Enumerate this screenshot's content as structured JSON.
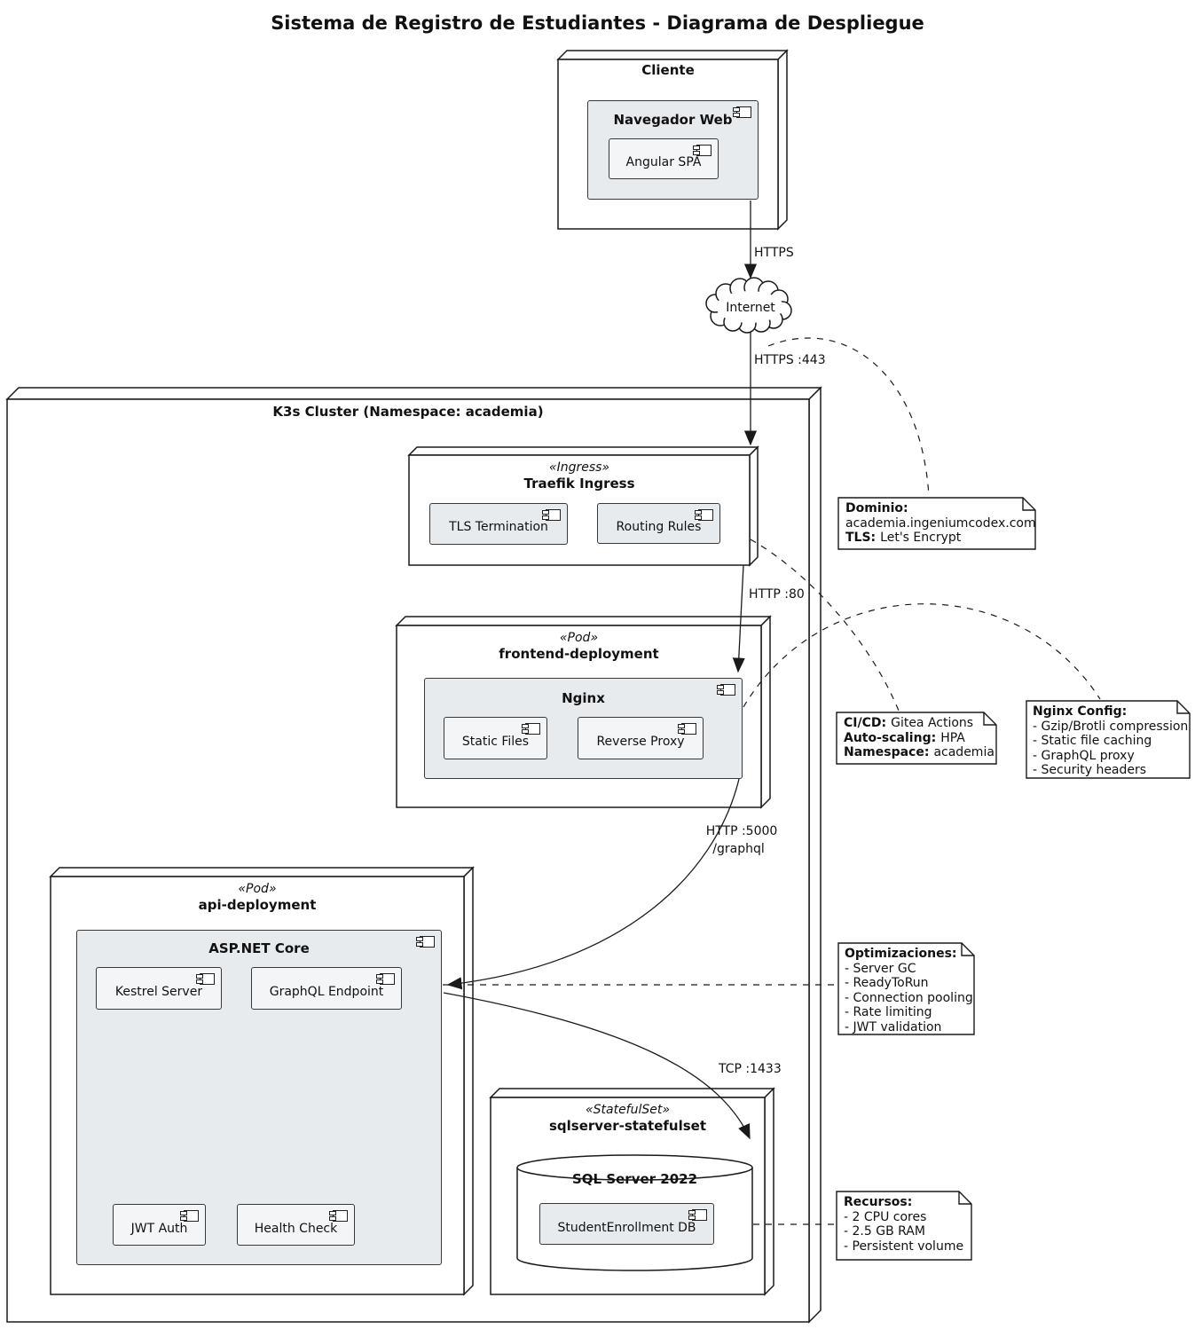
{
  "diagram_title": "Sistema de Registro de Estudiantes - Diagrama de Despliegue",
  "nodes": {
    "cliente": {
      "title": "Cliente"
    },
    "cluster": {
      "title": "K3s Cluster (Namespace: academia)"
    },
    "traefik": {
      "stereotype": "«Ingress»",
      "title": "Traefik Ingress"
    },
    "frontend": {
      "stereotype": "«Pod»",
      "title": "frontend-deployment"
    },
    "api": {
      "stereotype": "«Pod»",
      "title": "api-deployment"
    },
    "sqlserver": {
      "stereotype": "«StatefulSet»",
      "title": "sqlserver-statefulset"
    }
  },
  "cloud": {
    "label": "Internet"
  },
  "components": {
    "navegador_web": "Navegador Web",
    "angular_spa": "Angular SPA",
    "tls_termination": "TLS Termination",
    "routing_rules": "Routing Rules",
    "nginx": "Nginx",
    "static_files": "Static Files",
    "reverse_proxy": "Reverse Proxy",
    "aspnet_core": "ASP.NET Core",
    "kestrel_server": "Kestrel Server",
    "graphql_endpoint": "GraphQL Endpoint",
    "jwt_auth": "JWT Auth",
    "health_check": "Health Check",
    "sql_server": "SQL Server 2022",
    "student_db": "StudentEnrollment DB"
  },
  "edges": {
    "https": "HTTPS",
    "https_443": "HTTPS :443",
    "http_80": "HTTP :80",
    "http_5000": "HTTP :5000",
    "graphql_path": "/graphql",
    "tcp_1433": "TCP :1433"
  },
  "notes": {
    "dominio": {
      "title": "Dominio:",
      "domain": "academia.ingeniumcodex.com",
      "tls_label": "TLS:",
      "tls_value": "Let's Encrypt"
    },
    "cicd": {
      "rows": [
        {
          "b": "CI/CD:",
          "t": "Gitea Actions"
        },
        {
          "b": "Auto-scaling:",
          "t": "HPA"
        },
        {
          "b": "Namespace:",
          "t": "academia"
        }
      ]
    },
    "nginx_config": {
      "title": "Nginx Config:",
      "items": [
        "- Gzip/Brotli compression",
        "- Static file caching",
        "- GraphQL proxy",
        "- Security headers"
      ]
    },
    "optimizaciones": {
      "title": "Optimizaciones:",
      "items": [
        "- Server GC",
        "- ReadyToRun",
        "- Connection pooling",
        "- Rate limiting",
        "- JWT validation"
      ]
    },
    "recursos": {
      "title": "Recursos:",
      "items": [
        "- 2 CPU cores",
        "- 2.5 GB RAM",
        "- Persistent volume"
      ]
    }
  },
  "colors": {
    "line": "#1a1a1a",
    "component_fill": "#e8ebee",
    "nested_fill": "#f3f5f6",
    "node_fill": "#ffffff"
  }
}
